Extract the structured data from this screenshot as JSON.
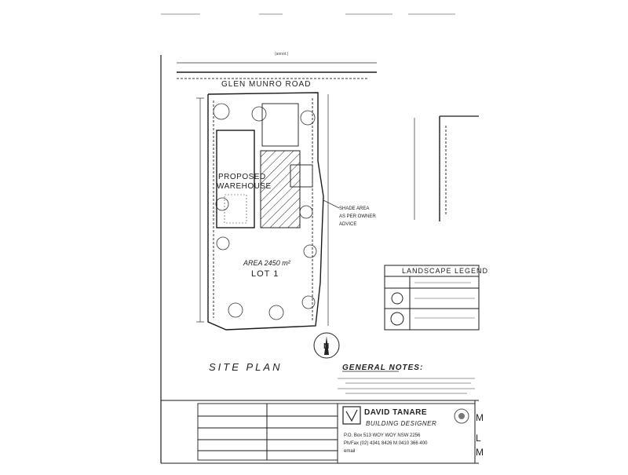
{
  "site": {
    "road_name": "GLEN MUNRO ROAD",
    "building_label_1": "PROPOSED",
    "building_label_2": "WAREHOUSE",
    "area_label": "AREA 2450 m²",
    "lot_label": "LOT 1",
    "plan_title": "SITE PLAN",
    "shade_note_1": "SHADE AREA",
    "shade_note_2": "AS PER OWNER",
    "shade_note_3": "ADVICE"
  },
  "landscape_legend": {
    "title": "LANDSCAPE LEGEND"
  },
  "general_notes": {
    "title": "GENERAL NOTES:"
  },
  "title_block": {
    "company": "DAVID TANARE",
    "role": "BUILDING DESIGNER",
    "address": "P.O. Box 513  WOY WOY NSW  2256",
    "phone": "Ph/Fax (02) 4341 8426  M 0410 366 400",
    "email": "email"
  },
  "right_edge": {
    "line_1": "M",
    "line_2": "L",
    "line_3": "M"
  }
}
